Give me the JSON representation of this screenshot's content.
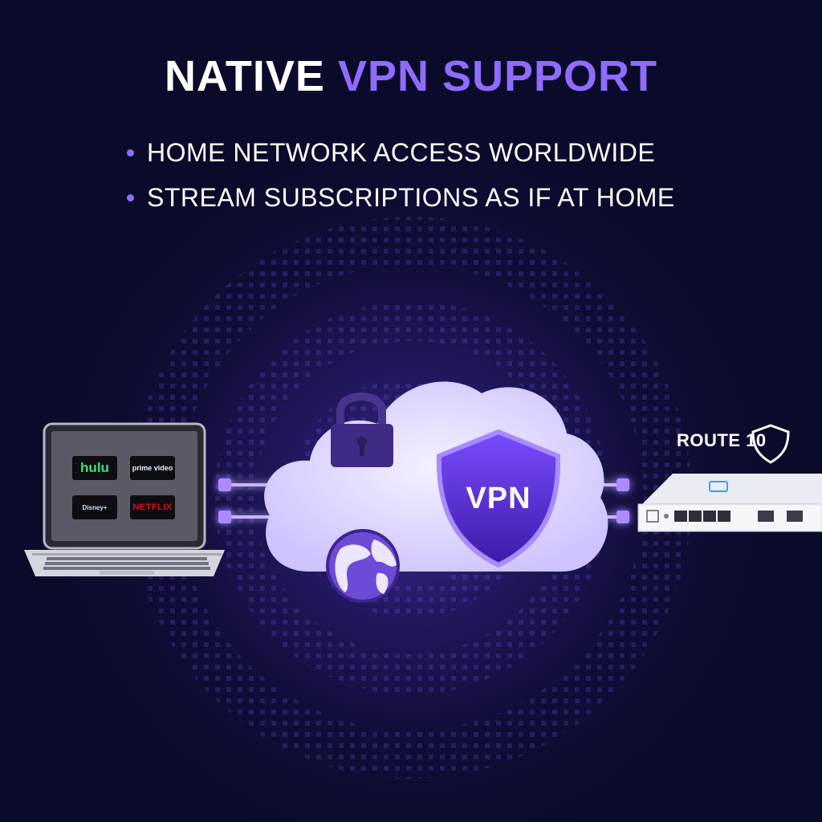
{
  "headline": {
    "part1": "NATIVE",
    "part2": "VPN SUPPORT"
  },
  "bullets": [
    "HOME NETWORK ACCESS WORLDWIDE",
    "STREAM SUBSCRIPTIONS AS IF AT HOME"
  ],
  "laptop": {
    "apps": [
      "hulu",
      "prime video",
      "Disney+",
      "NETFLIX"
    ]
  },
  "cloud": {
    "vpn_label": "VPN"
  },
  "router": {
    "brand": "ROUTE 10"
  },
  "colors": {
    "background": "#0a0b2a",
    "accent": "#8f6bff",
    "cloud": "#e9e4ff",
    "shield": "#5b2fd6",
    "glow": "#a37bff"
  },
  "icons": [
    "lock-icon",
    "shield-icon",
    "globe-icon"
  ]
}
